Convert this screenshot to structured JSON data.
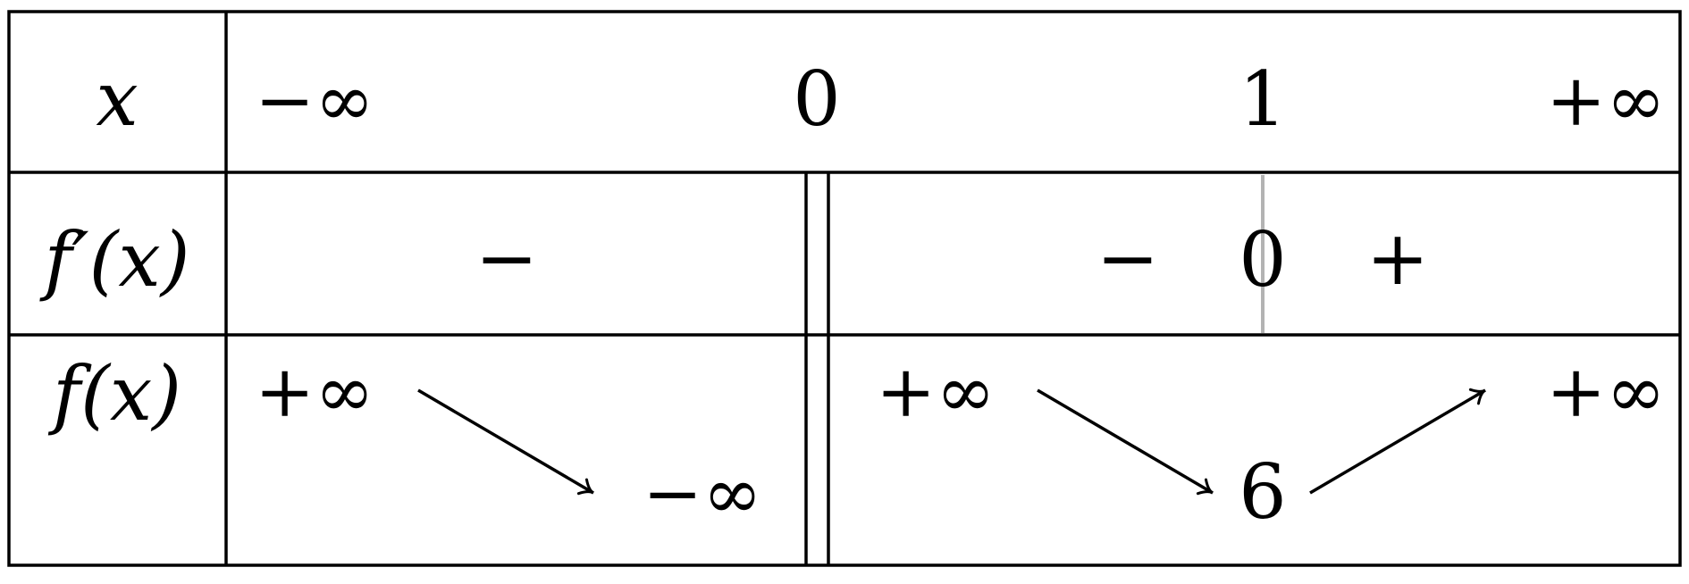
{
  "table": {
    "row_labels": {
      "x": "x",
      "fprime": "f′(x)",
      "f": "f(x)"
    },
    "x_values": {
      "minus_inf": "−∞",
      "zero": "0",
      "one": "1",
      "plus_inf": "+∞"
    },
    "sign_row": {
      "seg1": "−",
      "seg2": "−",
      "zero_at_1": "0",
      "seg3": "+"
    },
    "variation_row": {
      "left_start": "+∞",
      "left_end": "−∞",
      "right_start": "+∞",
      "right_min": "6",
      "right_end": "+∞"
    }
  },
  "colors": {
    "line": "#000000",
    "guide": "#b3b3b3",
    "background": "#ffffff"
  }
}
